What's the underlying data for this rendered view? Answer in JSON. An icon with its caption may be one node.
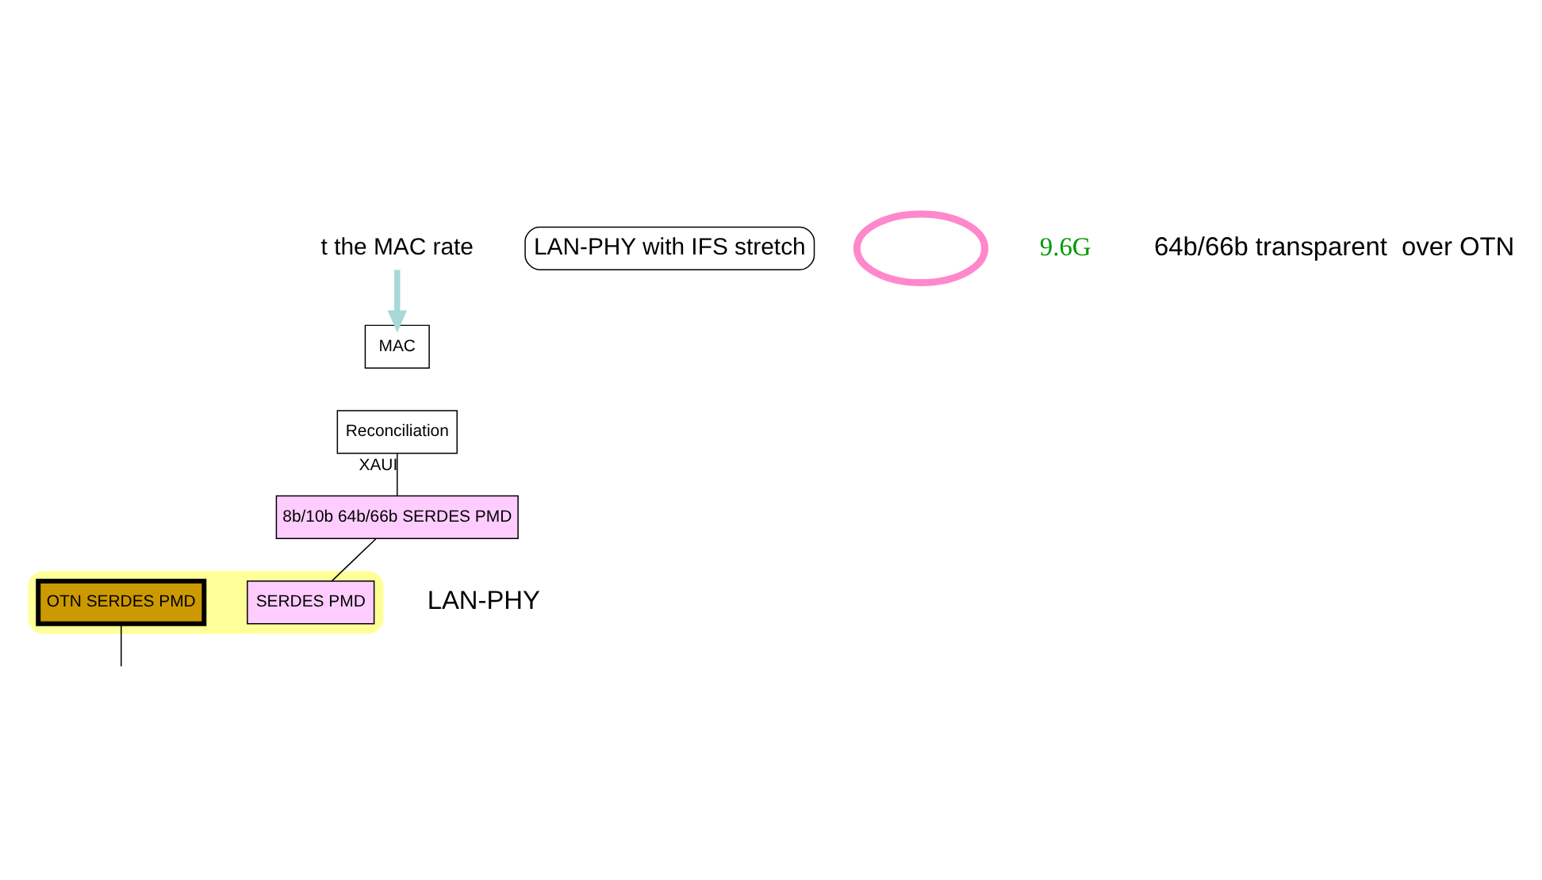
{
  "diagram": {
    "nodes": [
      {
        "text": [
          "t the MAC rate"
        ]
      },
      {
        "text": [
          "LAN-PHY with IFS stretch"
        ]
      },
      {
        "text": [],
        "shape": "ellipse"
      },
      {
        "text": [
          "MAC"
        ]
      },
      {
        "text": [
          "Reconciliation"
        ]
      },
      {
        "text": [
          "8b/10b 64b/66b SERDES PMD"
        ]
      },
      {
        "text": [],
        "shape": "box"
      },
      {
        "text": [
          "SERDES PMD"
        ],
        "in": 6
      },
      {
        "text": [
          "OTN SERDES PMD"
        ],
        "in": 6
      }
    ],
    "edges": [
      {
        "from": 0,
        "to": 3,
        "arrow": "to",
        "style": "thick",
        "color": "#a8d8d8"
      },
      {
        "from": 4,
        "to": 5,
        "arrow": "none",
        "label": "XAUI"
      },
      {
        "from": 5,
        "to": 7,
        "arrow": "none"
      },
      {
        "from": 8,
        "to": null,
        "arrow": "none"
      }
    ],
    "labels": [
      "9.6G",
      "64b/66b transparent  over OTN",
      "LAN-PHY"
    ]
  }
}
